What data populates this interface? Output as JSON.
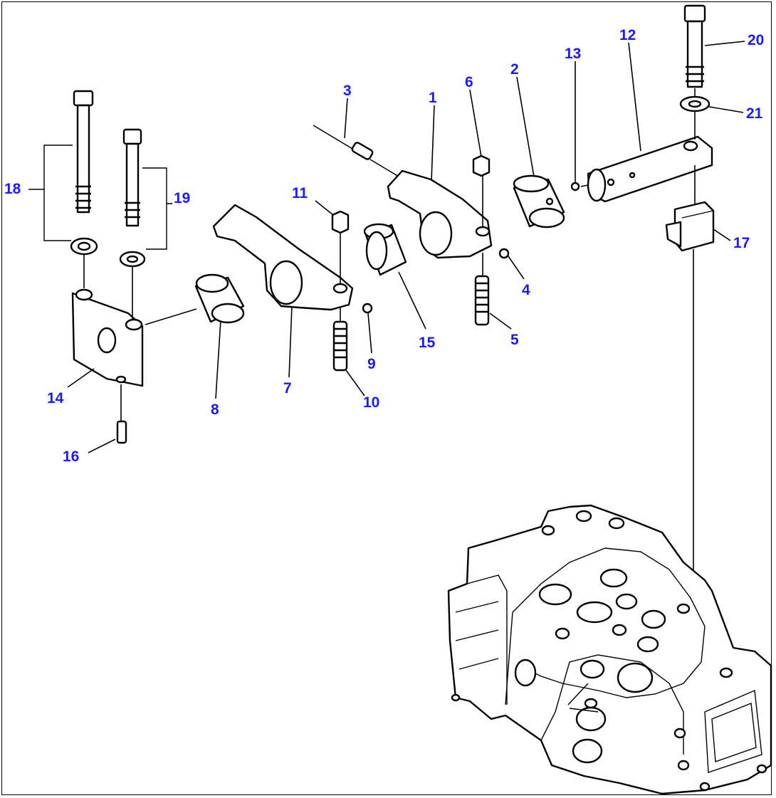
{
  "diagram": {
    "colors": {
      "callout": "#1a1aff",
      "line": "#000000",
      "background": "#ffffff"
    },
    "callouts": [
      {
        "id": "1",
        "label": "1"
      },
      {
        "id": "2",
        "label": "2"
      },
      {
        "id": "3",
        "label": "3"
      },
      {
        "id": "4",
        "label": "4"
      },
      {
        "id": "5",
        "label": "5"
      },
      {
        "id": "6",
        "label": "6"
      },
      {
        "id": "7",
        "label": "7"
      },
      {
        "id": "8",
        "label": "8"
      },
      {
        "id": "9",
        "label": "9"
      },
      {
        "id": "10",
        "label": "10"
      },
      {
        "id": "11",
        "label": "11"
      },
      {
        "id": "12",
        "label": "12"
      },
      {
        "id": "13",
        "label": "13"
      },
      {
        "id": "14",
        "label": "14"
      },
      {
        "id": "15",
        "label": "15"
      },
      {
        "id": "16",
        "label": "16"
      },
      {
        "id": "17",
        "label": "17"
      },
      {
        "id": "18",
        "label": "18"
      },
      {
        "id": "19",
        "label": "19"
      },
      {
        "id": "20",
        "label": "20"
      },
      {
        "id": "21",
        "label": "21"
      }
    ]
  }
}
